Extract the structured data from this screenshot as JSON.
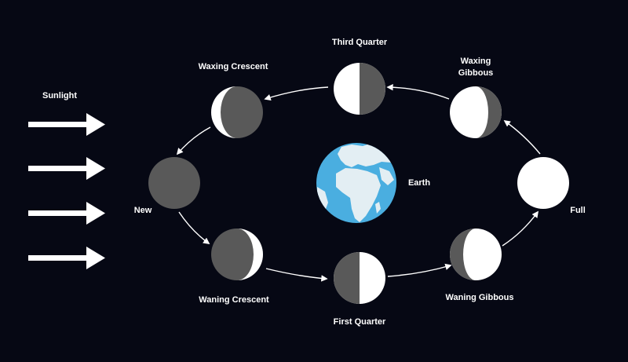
{
  "sunlight_label": "Sunlight",
  "earth_label": "Earth",
  "phases": {
    "new": "New",
    "waxing_crescent": "Waxing Crescent",
    "third_quarter": "Third Quarter",
    "waxing_gibbous_line1": "Waxing",
    "waxing_gibbous_line2": "Gibbous",
    "full": "Full",
    "waning_gibbous": "Waning Gibbous",
    "first_quarter": "First Quarter",
    "waning_crescent": "Waning Crescent"
  },
  "colors": {
    "background": "#060814",
    "moon_lit": "#ffffff",
    "moon_dark": "#595959",
    "ocean": "#4aaee0",
    "land": "#e3eef3",
    "arrow": "#ffffff"
  }
}
